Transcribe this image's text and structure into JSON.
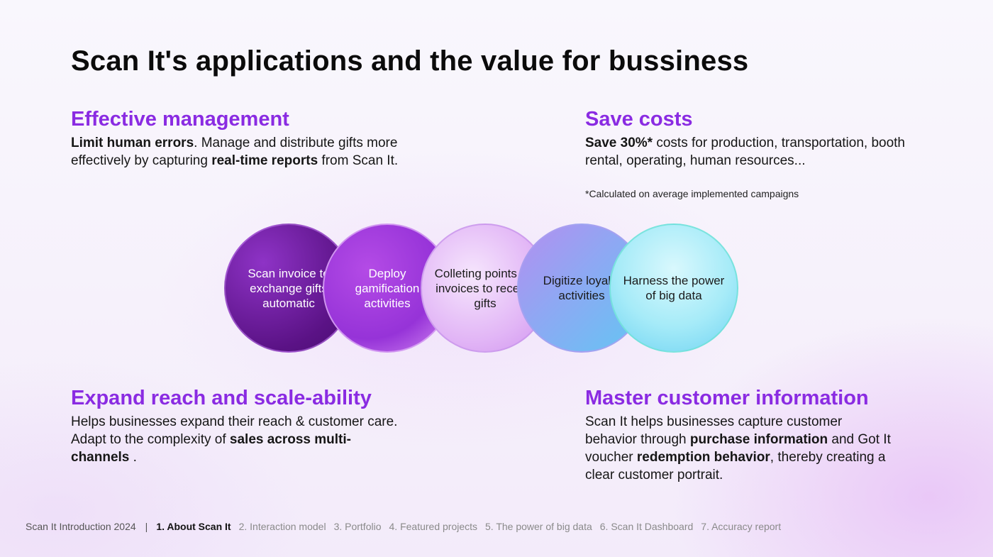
{
  "title": "Scan It's applications and the value for bussiness",
  "blocks": {
    "effective": {
      "heading": "Effective management",
      "parts": [
        {
          "b": true,
          "t": "Limit human errors"
        },
        {
          "b": false,
          "t": ". Manage and distribute gifts more effectively by capturing "
        },
        {
          "b": true,
          "t": "real-time reports"
        },
        {
          "b": false,
          "t": " from Scan It."
        }
      ]
    },
    "save": {
      "heading": "Save costs",
      "parts": [
        {
          "b": true,
          "t": "Save 30%*"
        },
        {
          "b": false,
          "t": " costs for production, transportation, booth rental, operating, human resources..."
        }
      ],
      "footnote": "*Calculated on average implemented campaigns"
    },
    "expand": {
      "heading": "Expand reach and scale-ability",
      "parts": [
        {
          "b": false,
          "t": "Helps businesses expand their reach & customer care. Adapt to the complexity of "
        },
        {
          "b": true,
          "t": "sales across multi-channels"
        },
        {
          "b": false,
          "t": " ."
        }
      ]
    },
    "master": {
      "heading": "Master customer information",
      "parts": [
        {
          "b": false,
          "t": "Scan It helps businesses capture customer behavior through "
        },
        {
          "b": true,
          "t": "purchase information"
        },
        {
          "b": false,
          "t": " and Got It voucher "
        },
        {
          "b": true,
          "t": "redemption behavior"
        },
        {
          "b": false,
          "t": ", thereby creating a clear customer portrait."
        }
      ]
    }
  },
  "circles": [
    "Scan invoice to exchange gifts automatic",
    "Deploy gamification activities",
    "Colleting points via invoices to receive gifts",
    "Digitize loyalty activities",
    "Harness the power of big data"
  ],
  "footer": {
    "brand": "Scan It Introduction 2024",
    "separator": "|",
    "nav": [
      {
        "label": "1. About Scan It",
        "active": true
      },
      {
        "label": "2. Interaction model",
        "active": false
      },
      {
        "label": "3. Portfolio",
        "active": false
      },
      {
        "label": "4. Featured projects",
        "active": false
      },
      {
        "label": "5. The power of big data",
        "active": false
      },
      {
        "label": "6. Scan It Dashboard",
        "active": false
      },
      {
        "label": "7. Accuracy report",
        "active": false
      }
    ]
  },
  "colors": {
    "heading_accent": "#8a2be2",
    "circle_1": "#5a1285",
    "circle_2": "#9633d8",
    "circle_3": "#e2b6f6",
    "circle_4": "#8ea8f3",
    "circle_5": "#a6ebf8"
  }
}
